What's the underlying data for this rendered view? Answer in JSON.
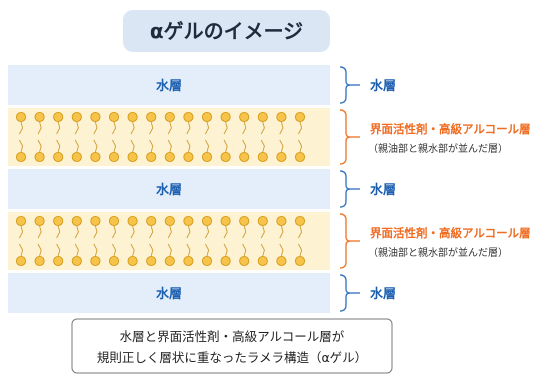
{
  "title": "αゲルのイメージ",
  "layers": [
    {
      "kind": "water",
      "label": "水層",
      "side_label": "水層"
    },
    {
      "kind": "lipid",
      "side_label": "界面活性剤・高級アルコール層",
      "side_sublabel": "（親油部と親水部が並んだ層）"
    },
    {
      "kind": "water",
      "label": "水層",
      "side_label": "水層"
    },
    {
      "kind": "lipid",
      "side_label": "界面活性剤・高級アルコール層",
      "side_sublabel": "（親油部と親水部が並んだ層）"
    },
    {
      "kind": "water",
      "label": "水層",
      "side_label": "水層"
    }
  ],
  "caption": {
    "line1": "水層と界面活性剤・高級アルコール層が",
    "line2": "規則正しく層状に重なったラメラ構造（αゲル）"
  },
  "colors": {
    "title_bg": "#dbe6f5",
    "water_fill": "#e3eefa",
    "water_text": "#1c5fb0",
    "lipid_fill": "#fdf3d2",
    "head_fill": "#f7c44a",
    "head_stroke": "#d49818",
    "tail": "#d09a30",
    "lipid_text": "#ef6c23",
    "bracket_water": "#3f79c2",
    "bracket_lipid": "#ef7a33",
    "caption_border": "#7a7a7a"
  }
}
